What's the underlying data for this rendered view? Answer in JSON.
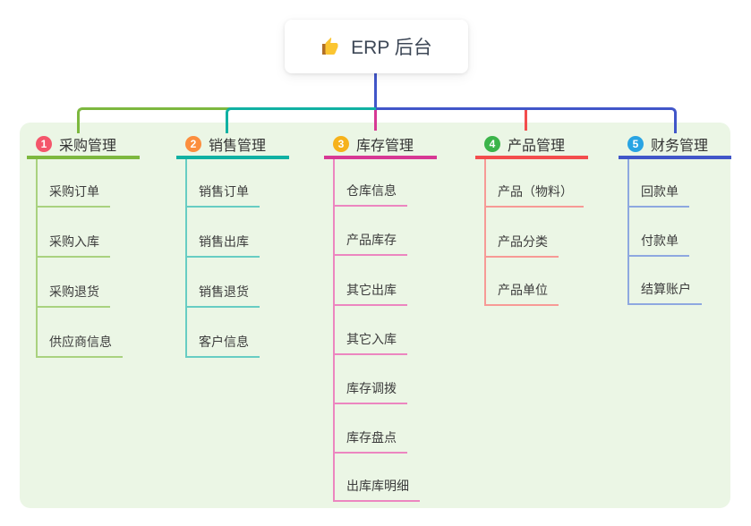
{
  "root": {
    "label": "ERP 后台",
    "icon": "thumbs-up-icon"
  },
  "panel": {
    "background": "#ebf6e5"
  },
  "connector": {
    "root_line_color": "#4156c9"
  },
  "branches": [
    {
      "index": "1",
      "label": "采购管理",
      "badge_color": "#f4566b",
      "line_color": "#7db83f",
      "light_color": "#a9d27f",
      "items": [
        "采购订单",
        "采购入库",
        "采购退货",
        "供应商信息"
      ]
    },
    {
      "index": "2",
      "label": "销售管理",
      "badge_color": "#fc8e3e",
      "line_color": "#10b1a3",
      "light_color": "#67cdc3",
      "items": [
        "销售订单",
        "销售出库",
        "销售退货",
        "客户信息"
      ]
    },
    {
      "index": "3",
      "label": "库存管理",
      "badge_color": "#f6b21b",
      "line_color": "#d73894",
      "light_color": "#ec86c0",
      "items": [
        "仓库信息",
        "产品库存",
        "其它出库",
        "其它入库",
        "库存调拨",
        "库存盘点",
        "出库库明细"
      ]
    },
    {
      "index": "4",
      "label": "产品管理",
      "badge_color": "#3bb44a",
      "line_color": "#f34d4d",
      "light_color": "#f79a96",
      "items": [
        "产品（物料）",
        "产品分类",
        "产品单位"
      ]
    },
    {
      "index": "5",
      "label": "财务管理",
      "badge_color": "#29a4e3",
      "line_color": "#4156c9",
      "light_color": "#8ea8e0",
      "items": [
        "回款单",
        "付款单",
        "结算账户"
      ]
    }
  ]
}
